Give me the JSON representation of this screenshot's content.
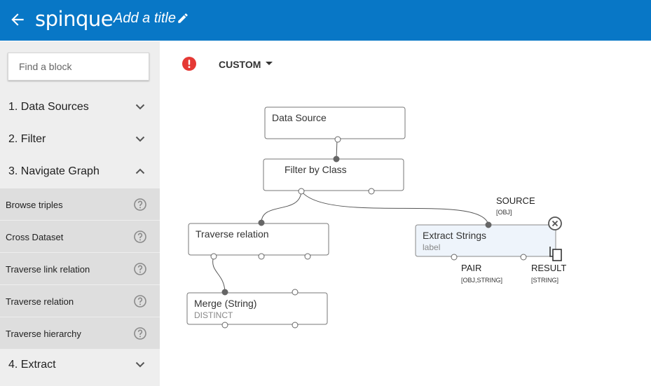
{
  "header": {
    "logo": "spinque",
    "title": "Add a title"
  },
  "sidebar": {
    "search_placeholder": "Find a block",
    "categories": [
      {
        "label": "1. Data Sources"
      },
      {
        "label": "2. Filter"
      },
      {
        "label": "3. Navigate Graph"
      },
      {
        "label": "4. Extract"
      }
    ],
    "subitems": [
      {
        "label": "Browse triples"
      },
      {
        "label": "Cross Dataset"
      },
      {
        "label": "Traverse link relation"
      },
      {
        "label": "Traverse relation"
      },
      {
        "label": "Traverse hierarchy"
      }
    ]
  },
  "toolbar": {
    "strategy_label": "CUSTOM"
  },
  "blocks": [
    {
      "title": "Data Source",
      "subtitle": ""
    },
    {
      "title": "Filter by Class",
      "subtitle": ""
    },
    {
      "title": "Traverse relation",
      "subtitle": ""
    },
    {
      "title": "Extract Strings",
      "subtitle": "label"
    },
    {
      "title": "Merge (String)",
      "subtitle": "DISTINCT"
    }
  ],
  "ports": {
    "source": {
      "label": "SOURCE",
      "type": "[OBJ]"
    },
    "pair": {
      "label": "PAIR",
      "type": "[OBJ,STRING]"
    },
    "result": {
      "label": "RESULT",
      "type": "[STRING]"
    }
  },
  "colors": {
    "header": "#0877c6",
    "error": "#e53935",
    "selected_block": "#eef4fb"
  }
}
